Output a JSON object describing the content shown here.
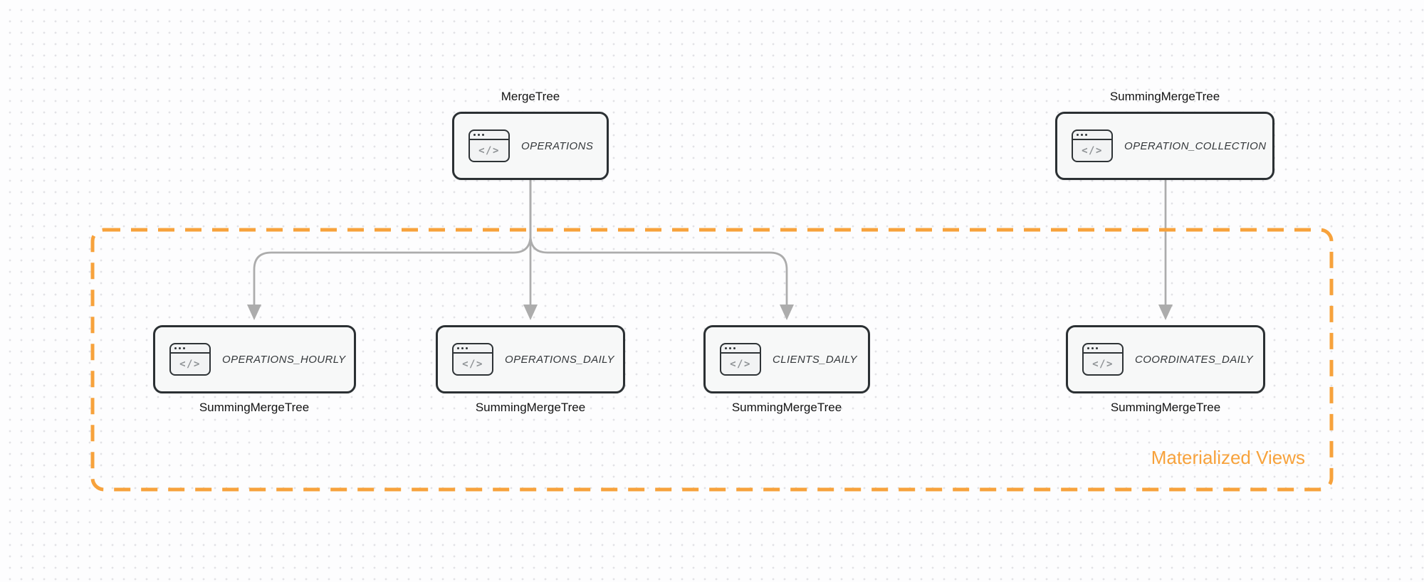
{
  "icon_glyph": "</>",
  "group": {
    "label": "Materialized Views"
  },
  "nodes": {
    "operations": {
      "title": "OPERATIONS",
      "engine": "MergeTree"
    },
    "operation_collection": {
      "title": "OPERATION_COLLECTION",
      "engine": "SummingMergeTree"
    },
    "operations_hourly": {
      "title": "OPERATIONS_HOURLY",
      "engine": "SummingMergeTree"
    },
    "operations_daily": {
      "title": "OPERATIONS_DAILY",
      "engine": "SummingMergeTree"
    },
    "clients_daily": {
      "title": "CLIENTS_DAILY",
      "engine": "SummingMergeTree"
    },
    "coordinates_daily": {
      "title": "COORDINATES_DAILY",
      "engine": "SummingMergeTree"
    }
  },
  "edges": [
    {
      "from": "operations",
      "to": "operations_hourly"
    },
    {
      "from": "operations",
      "to": "operations_daily"
    },
    {
      "from": "operations",
      "to": "clients_daily"
    },
    {
      "from": "operation_collection",
      "to": "coordinates_daily"
    }
  ],
  "colors": {
    "group_border": "#F7A23C",
    "group_label_text": "#F7A23C",
    "edge_gray": "#ACACAC",
    "node_border": "#2B3033",
    "node_fill": "#F7F8F8",
    "node_title_text": "#34383B",
    "icon_glyph_color": "#8D9194",
    "engine_label_text": "#131313",
    "background": "#FDFDFE",
    "dot_grid": "#E2E2E6"
  }
}
